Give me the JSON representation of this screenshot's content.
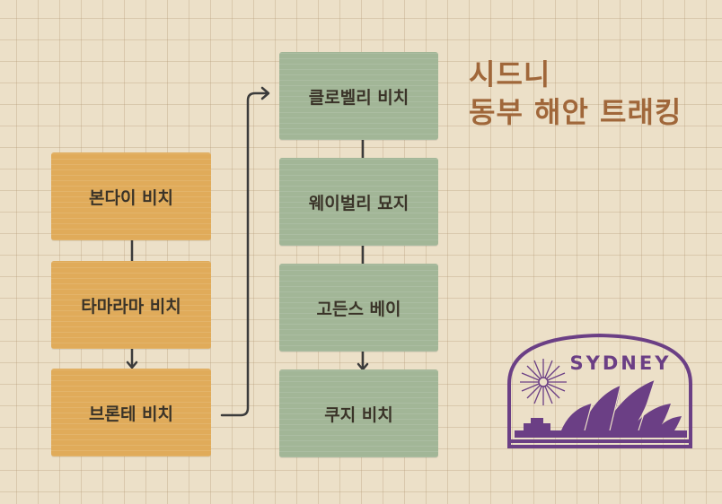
{
  "title": {
    "line1": "시드니",
    "line2": "동부 해안 트래킹"
  },
  "route_left": [
    {
      "label": "본다이 비치"
    },
    {
      "label": "타마라마 비치"
    },
    {
      "label": "브론테 비치"
    }
  ],
  "route_right": [
    {
      "label": "클로벨리 비치"
    },
    {
      "label": "웨이벌리 묘지"
    },
    {
      "label": "고든스 베이"
    },
    {
      "label": "쿠지 비치"
    }
  ],
  "stamp": {
    "text": "SYDNEY"
  },
  "colors": {
    "background": "#ece0c8",
    "orange_box": "#e0ab5a",
    "green_box": "#a2b697",
    "title": "#a0673a",
    "stamp": "#6b3f85",
    "connector": "#3b3b3b"
  }
}
